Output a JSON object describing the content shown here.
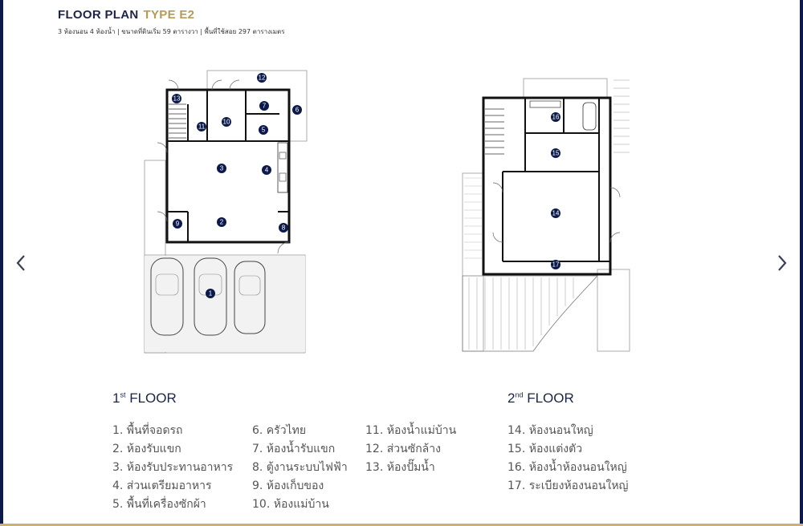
{
  "header": {
    "title_main": "FLOOR PLAN",
    "title_type": "TYPE E2",
    "subtitle": "3 ห้องนอน 4 ห้องน้ำ  |  ขนาดที่ดินเริ่ม 59 ตารางวา  |  พื้นที่ใช้สอย 297 ตารางเมตร"
  },
  "nav": {
    "prev_icon": "chevron-left-icon",
    "next_icon": "chevron-right-icon"
  },
  "floor1": {
    "title_num": "1",
    "title_sup": "st",
    "title_word": "FLOOR",
    "markers": [
      "1",
      "2",
      "3",
      "4",
      "5",
      "6",
      "7",
      "8",
      "9",
      "10",
      "11",
      "12",
      "13"
    ],
    "legend_col1": [
      "1. พื้นที่จอดรถ",
      "2. ห้องรับแขก",
      "3. ห้องรับประทานอาหาร",
      "4. ส่วนเตรียมอาหาร",
      "5. พื้นที่เครื่องซักผ้า"
    ],
    "legend_col2": [
      "6. ครัวไทย",
      "7. ห้องน้ำรับแขก",
      "8. ตู้งานระบบไฟฟ้า",
      "9. ห้องเก็บของ",
      "10. ห้องแม่บ้าน"
    ],
    "legend_col3": [
      "11. ห้องน้ำแม่บ้าน",
      "12. ส่วนซักล้าง",
      "13. ห้องปั๊มน้ำ"
    ]
  },
  "floor2": {
    "title_num": "2",
    "title_sup": "nd",
    "title_word": "FLOOR",
    "markers": [
      "14",
      "15",
      "16",
      "17"
    ],
    "legend": [
      "14. ห้องนอนใหญ่",
      "15. ห้องแต่งตัว",
      "16. ห้องน้ำห้องนอนใหญ่",
      "17. ระเบียงห้องนอนใหญ่"
    ]
  }
}
